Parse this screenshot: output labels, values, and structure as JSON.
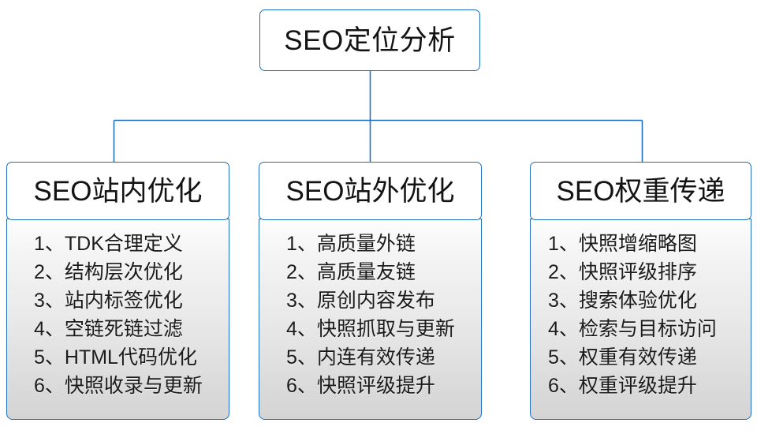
{
  "diagram": {
    "type": "org-tree",
    "root": {
      "label": "SEO定位分析"
    },
    "accent_color": "#1f6fc0",
    "text_color": "#141414",
    "connector_color": "#1f6fc0",
    "branches": [
      {
        "header": "SEO站内优化",
        "items": [
          "1、TDK合理定义",
          "2、结构层次优化",
          "3、站内标签优化",
          "4、空链死链过滤",
          "5、HTML代码优化",
          "6、快照收录与更新"
        ]
      },
      {
        "header": "SEO站外优化",
        "items": [
          "1、高质量外链",
          "2、高质量友链",
          "3、原创内容发布",
          "4、快照抓取与更新",
          "5、内连有效传递",
          "6、快照评级提升"
        ]
      },
      {
        "header": "SEO权重传递",
        "items": [
          "1、快照增缩略图",
          "2、快照评级排序",
          "3、搜索体验优化",
          "4、检索与目标访问",
          "5、权重有效传递",
          "6、权重评级提升"
        ]
      }
    ]
  }
}
